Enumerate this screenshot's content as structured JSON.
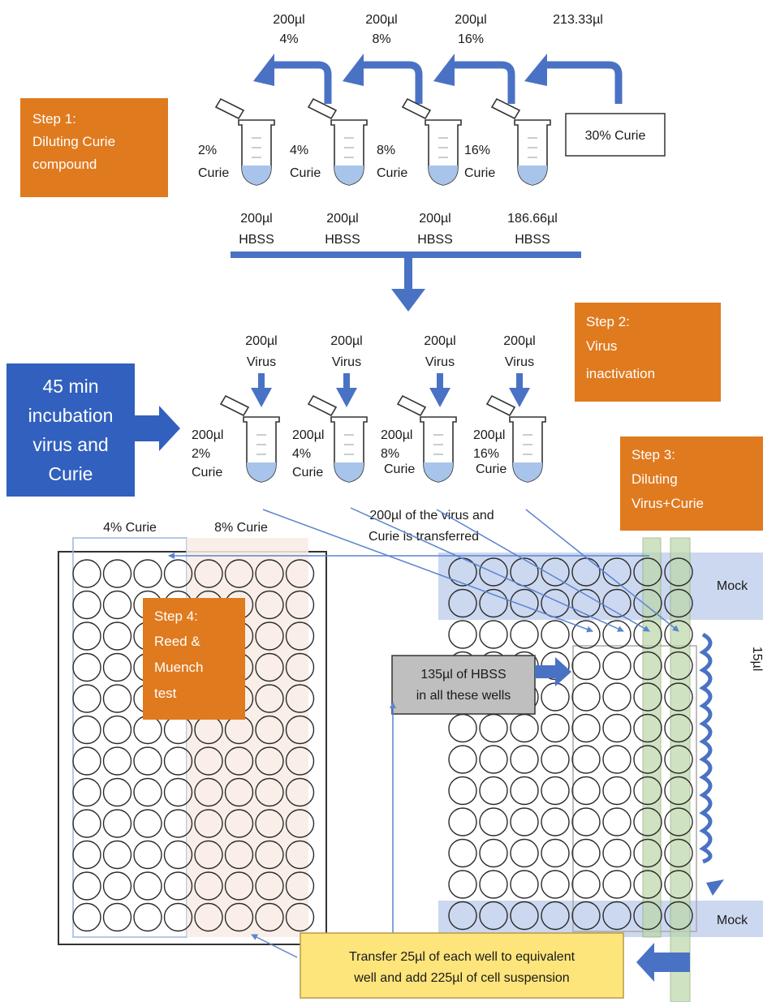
{
  "colors": {
    "orange": "#e07a1f",
    "blue_arrow": "#4a72c4",
    "blue_box": "#3160be",
    "thin_arrow": "#5b84cf",
    "mock_fill": "#c6d4ee",
    "green_strip": "#bcd7a8",
    "yellow_box": "#fde57b",
    "gray_box": "#bfbfbf",
    "liquid": "#a8c4ea"
  },
  "step1": {
    "lines": [
      "Step 1:",
      "Diluting Curie",
      "compound"
    ],
    "top_volumes": [
      {
        "v": "200µl",
        "p": "4%"
      },
      {
        "v": "200µl",
        "p": "8%"
      },
      {
        "v": "200µl",
        "p": "16%"
      },
      {
        "v": "213.33µl",
        "p": ""
      }
    ],
    "tubes": [
      {
        "pct": "2%",
        "name": "Curie",
        "vol": "200µl",
        "buf": "HBSS"
      },
      {
        "pct": "4%",
        "name": "Curie",
        "vol": "200µl",
        "buf": "HBSS"
      },
      {
        "pct": "8%",
        "name": "Curie",
        "vol": "200µl",
        "buf": "HBSS"
      },
      {
        "pct": "16%",
        "name": "Curie",
        "vol": "186.66µl",
        "buf": "HBSS"
      }
    ],
    "stock": "30% Curie"
  },
  "step2": {
    "lines": [
      "Step 2:",
      "Virus",
      "inactivation"
    ],
    "virus": {
      "vol": "200µl",
      "name": "Virus"
    },
    "tubes": [
      {
        "vol": "200µl",
        "pct": "2%",
        "name": "Curie"
      },
      {
        "vol": "200µl",
        "pct": "4%",
        "name": "Curie"
      },
      {
        "vol": "200µl",
        "pct": "8%",
        "name": "Curie"
      },
      {
        "vol": "200µl",
        "pct": "16%",
        "name": "Curie"
      }
    ]
  },
  "incubation": {
    "lines": [
      "45 min",
      "incubation",
      "virus and",
      "Curie"
    ]
  },
  "step3": {
    "lines": [
      "Step 3:",
      "Diluting",
      "Virus+Curie"
    ]
  },
  "step4": {
    "lines": [
      "Step 4:",
      "Reed &",
      "Muench",
      "test"
    ]
  },
  "transfer_note": {
    "lines": [
      "200µl of the virus and",
      "Curie is transferred"
    ]
  },
  "hbss_note": {
    "lines": [
      "135µl of HBSS",
      "in all these wells"
    ]
  },
  "final_note": {
    "lines": [
      "Transfer 25µl of each well to equivalent",
      "well and add 225µl of cell suspension"
    ]
  },
  "plate_labels": {
    "left": "4% Curie",
    "right": "8% Curie"
  },
  "mock": "Mock",
  "side_label": "15µl"
}
